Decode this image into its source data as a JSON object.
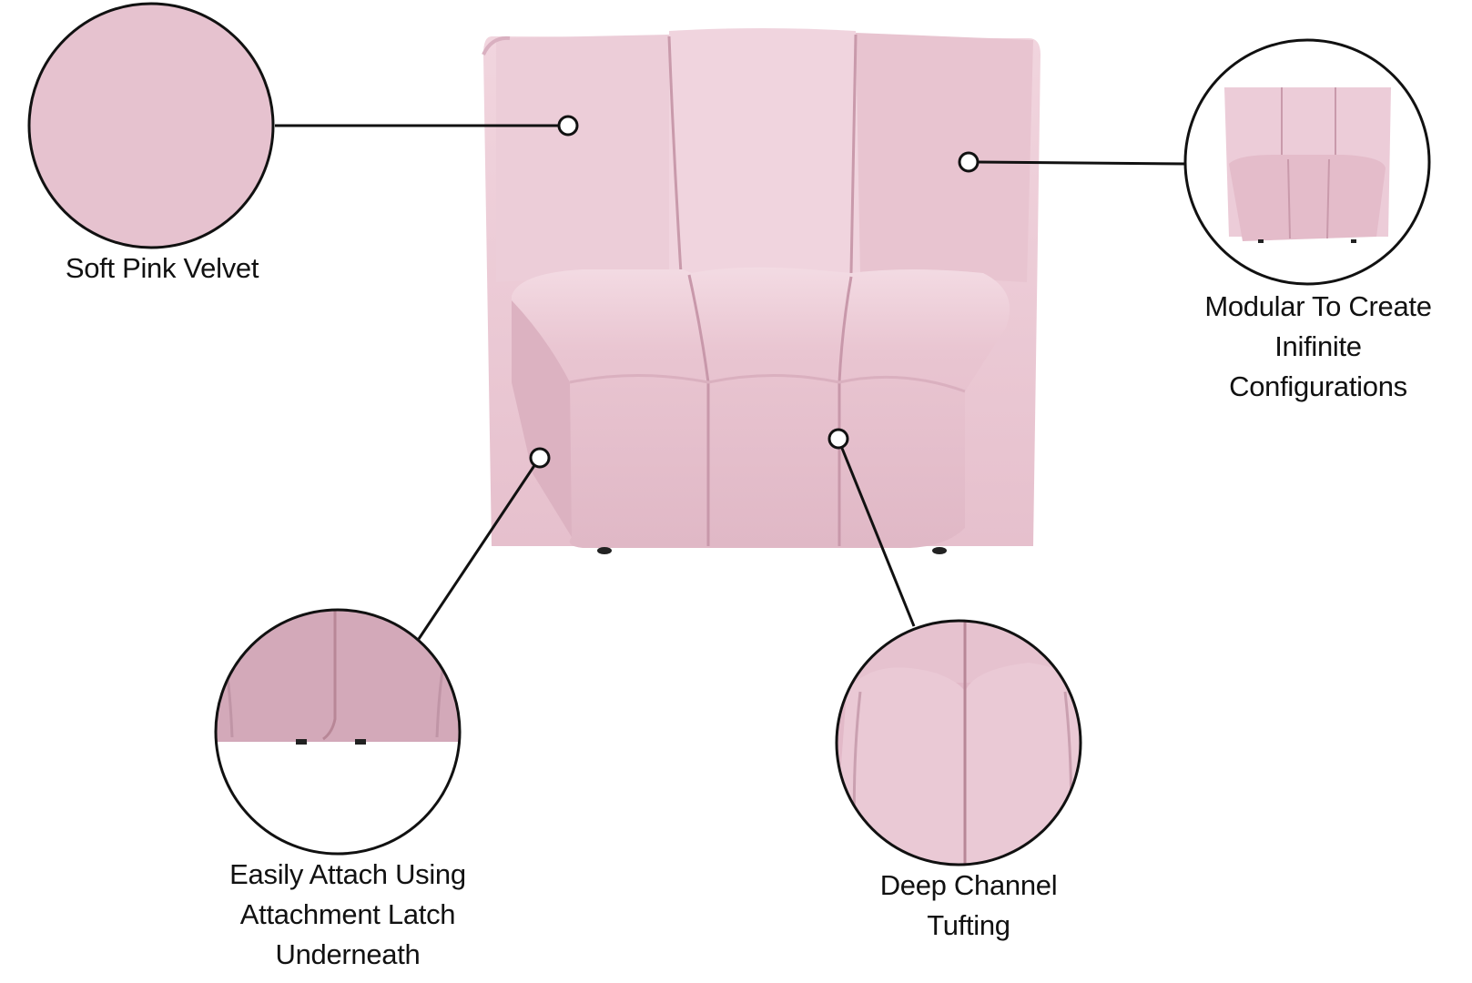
{
  "colors": {
    "velvet": "#ecc9d5",
    "velvet_shadow": "#d6a9ba",
    "velvet_dark": "#c297a8",
    "line": "#111111"
  },
  "callouts": [
    {
      "name": "soft-pink-velvet",
      "lines": [
        "Soft Pink Velvet"
      ]
    },
    {
      "name": "modular",
      "lines": [
        "Modular To Create",
        "Inifinite",
        "Configurations"
      ]
    },
    {
      "name": "attachment-latch",
      "lines": [
        "Easily Attach Using",
        "Attachment Latch",
        "Underneath"
      ]
    },
    {
      "name": "deep-channel-tufting",
      "lines": [
        "Deep Channel",
        "Tufting"
      ]
    }
  ]
}
